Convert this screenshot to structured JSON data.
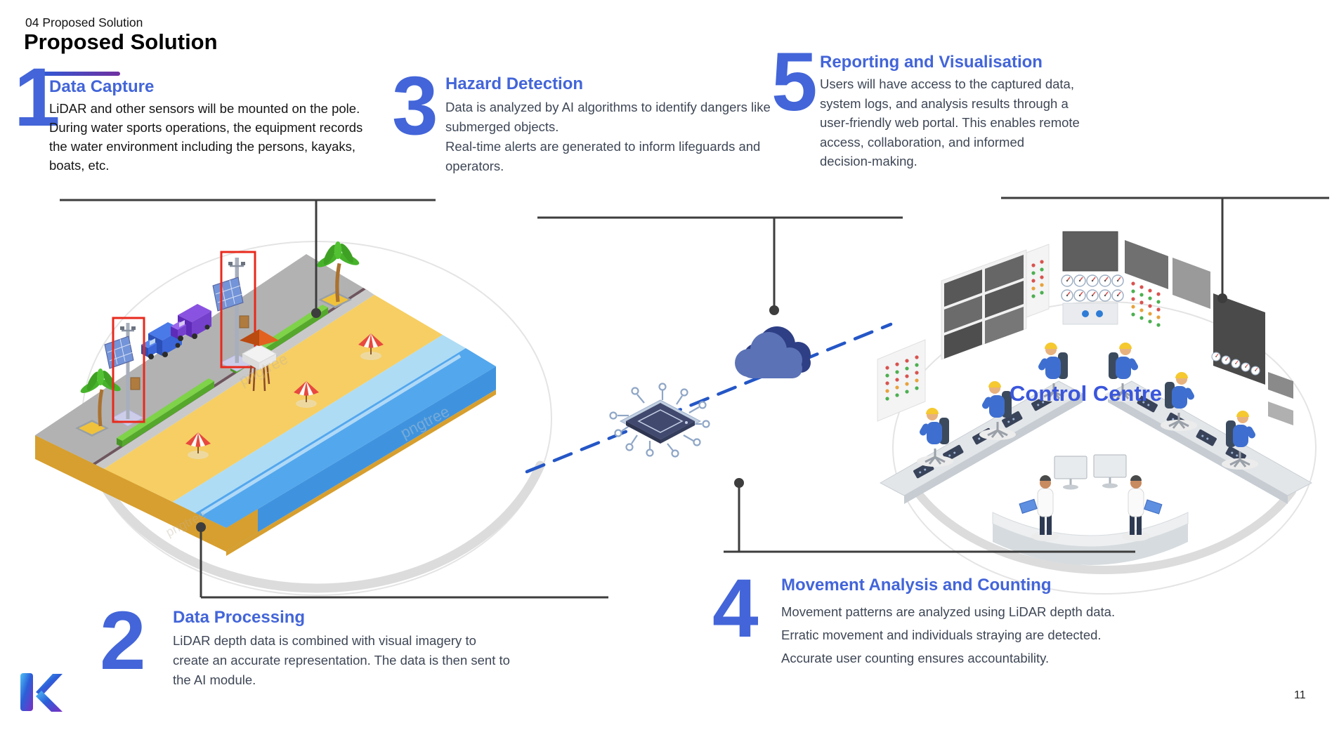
{
  "slide": {
    "kicker": "04 Proposed Solution",
    "title": "Proposed Solution",
    "page_number": "11"
  },
  "steps": [
    {
      "number": "1",
      "title": "Data Capture",
      "body": "LiDAR and other sensors  will be mounted on the pole.\nDuring water sports operations, the equipment records\nthe water environment including the persons, kayaks,\nboats, etc."
    },
    {
      "number": "2",
      "title": "Data Processing",
      "body": "LiDAR depth data is combined with visual imagery to\ncreate an accurate representation. The data is then sent to\nthe AI module."
    },
    {
      "number": "3",
      "title": "Hazard Detection",
      "body": "Data is analyzed by AI algorithms to identify dangers like\nsubmerged objects.\nReal-time alerts are generated to inform lifeguards and\noperators."
    },
    {
      "number": "4",
      "title": "Movement Analysis and Counting",
      "body": "Movement patterns are analyzed using LiDAR depth data.\nErratic movement and individuals straying are detected.\nAccurate user counting ensures accountability."
    },
    {
      "number": "5",
      "title": "Reporting and Visualisation",
      "body": "Users will have access to the captured data,\nsystem logs, and analysis results through a\nuser-friendly web portal. This enables remote\naccess, collaboration, and informed\ndecision-making."
    }
  ],
  "illustrations": {
    "control_centre_label": "Control Centre",
    "watermark": "pngtree"
  },
  "colors": {
    "accent_blue": "#4365D9",
    "body_text": "#3E4756",
    "callout_line": "#3D3D3D",
    "dashed_link": "#2456C6",
    "underline_gradient_start": "#2E5BD7",
    "underline_gradient_end": "#7030A0",
    "highlight_red": "#E8291C"
  }
}
